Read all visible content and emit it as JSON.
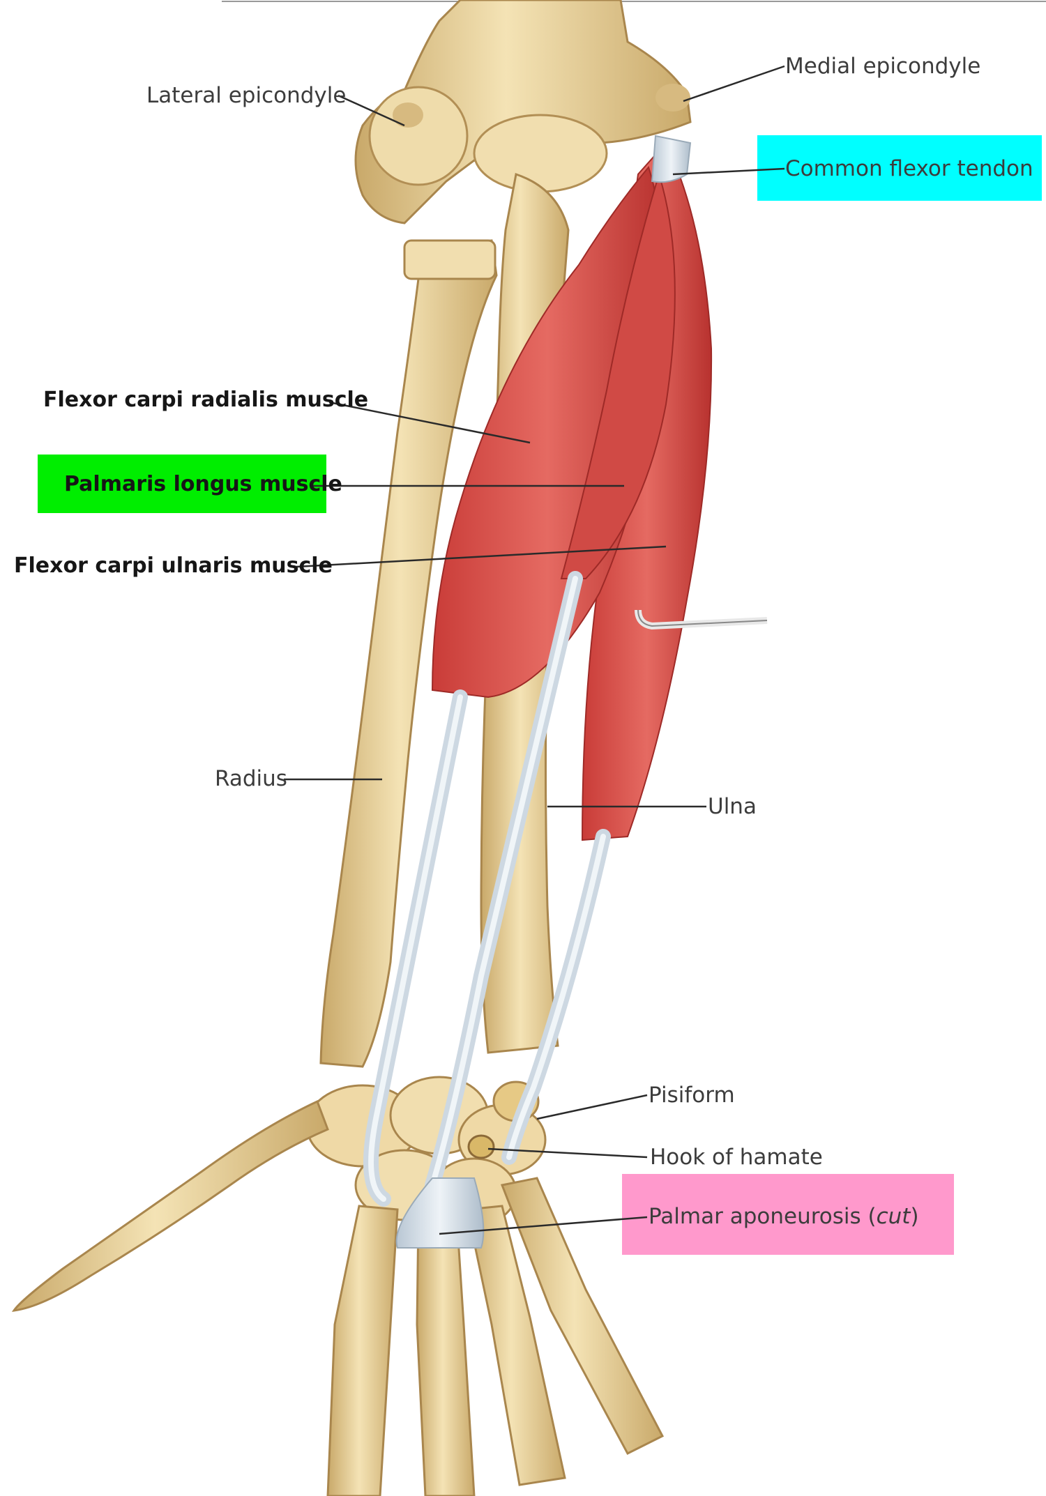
{
  "diagram": {
    "labels": {
      "lateral_epicondyle": "Lateral epicondyle",
      "medial_epicondyle": "Medial epicondyle",
      "common_flexor_tendon": "Common flexor tendon",
      "flexor_carpi_radialis": "Flexor carpi radialis muscle",
      "palmaris_longus": "Palmaris longus muscle",
      "flexor_carpi_ulnaris": "Flexor carpi ulnaris muscle",
      "radius": "Radius",
      "ulna": "Ulna",
      "pisiform": "Pisiform",
      "hook_of_hamate": "Hook of hamate",
      "palmar_aponeurosis": "Palmar aponeurosis (",
      "palmar_aponeurosis_cut": "cut",
      "palmar_aponeurosis_close": ")"
    },
    "highlight_colors": {
      "common_flexor_tendon": "#00ffff",
      "palmaris_longus": "#00ee00",
      "palmar_aponeurosis": "#ff99cc"
    },
    "colors": {
      "bone": "#ecd8a4",
      "bone_shade": "#c9a96a",
      "muscle": "#d9544e",
      "muscle_dark": "#b8322f",
      "tendon": "#dce6ee",
      "leader": "#2a2a2a"
    }
  }
}
